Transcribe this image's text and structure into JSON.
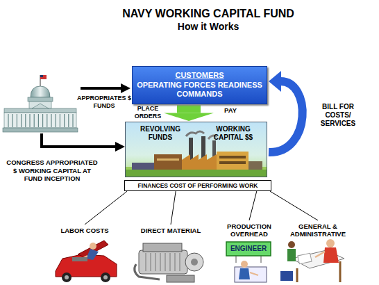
{
  "diagram": {
    "title": "NAVY WORKING CAPITAL FUND",
    "nodes": [
      {
        "text": [
          "CUSTOMERS",
          "OPERATING FORCES READINESS COMMANDS"
        ]
      },
      {
        "text": [
          "REVOLVING FUNDS",
          "WORKING CAPITAL $$"
        ]
      },
      {
        "text": [
          "FINANCES COST OF PERFORMING WORK"
        ]
      },
      {
        "text": [
          "LABOR COSTS"
        ]
      },
      {
        "text": [
          "DIRECT MATERIAL"
        ]
      },
      {
        "text": [
          "PRODUCTION OVERHEAD"
        ]
      },
      {
        "text": [
          "GENERAL & ADMINISTRATIVE"
        ]
      }
    ],
    "edges": [
      {
        "from": 0,
        "to": 1,
        "label": "PLACE ORDERS",
        "arrow": "to"
      },
      {
        "from": 1,
        "to": 0,
        "label": "BILL FOR COSTS/ SERVICES",
        "arrow": "to"
      },
      {
        "from": 2,
        "to": 3,
        "arrow": "none"
      },
      {
        "from": 2,
        "to": 4,
        "arrow": "none"
      },
      {
        "from": 2,
        "to": 5,
        "arrow": "none"
      },
      {
        "from": 2,
        "to": 6,
        "arrow": "none"
      }
    ],
    "labels": [
      "How it Works",
      "APPROPRIATES $ FUNDS",
      "PAY",
      "CONGRESS APPROPRIATED $ WORKING CAPITAL AT FUND INCEPTION",
      "ENGINEER"
    ]
  }
}
